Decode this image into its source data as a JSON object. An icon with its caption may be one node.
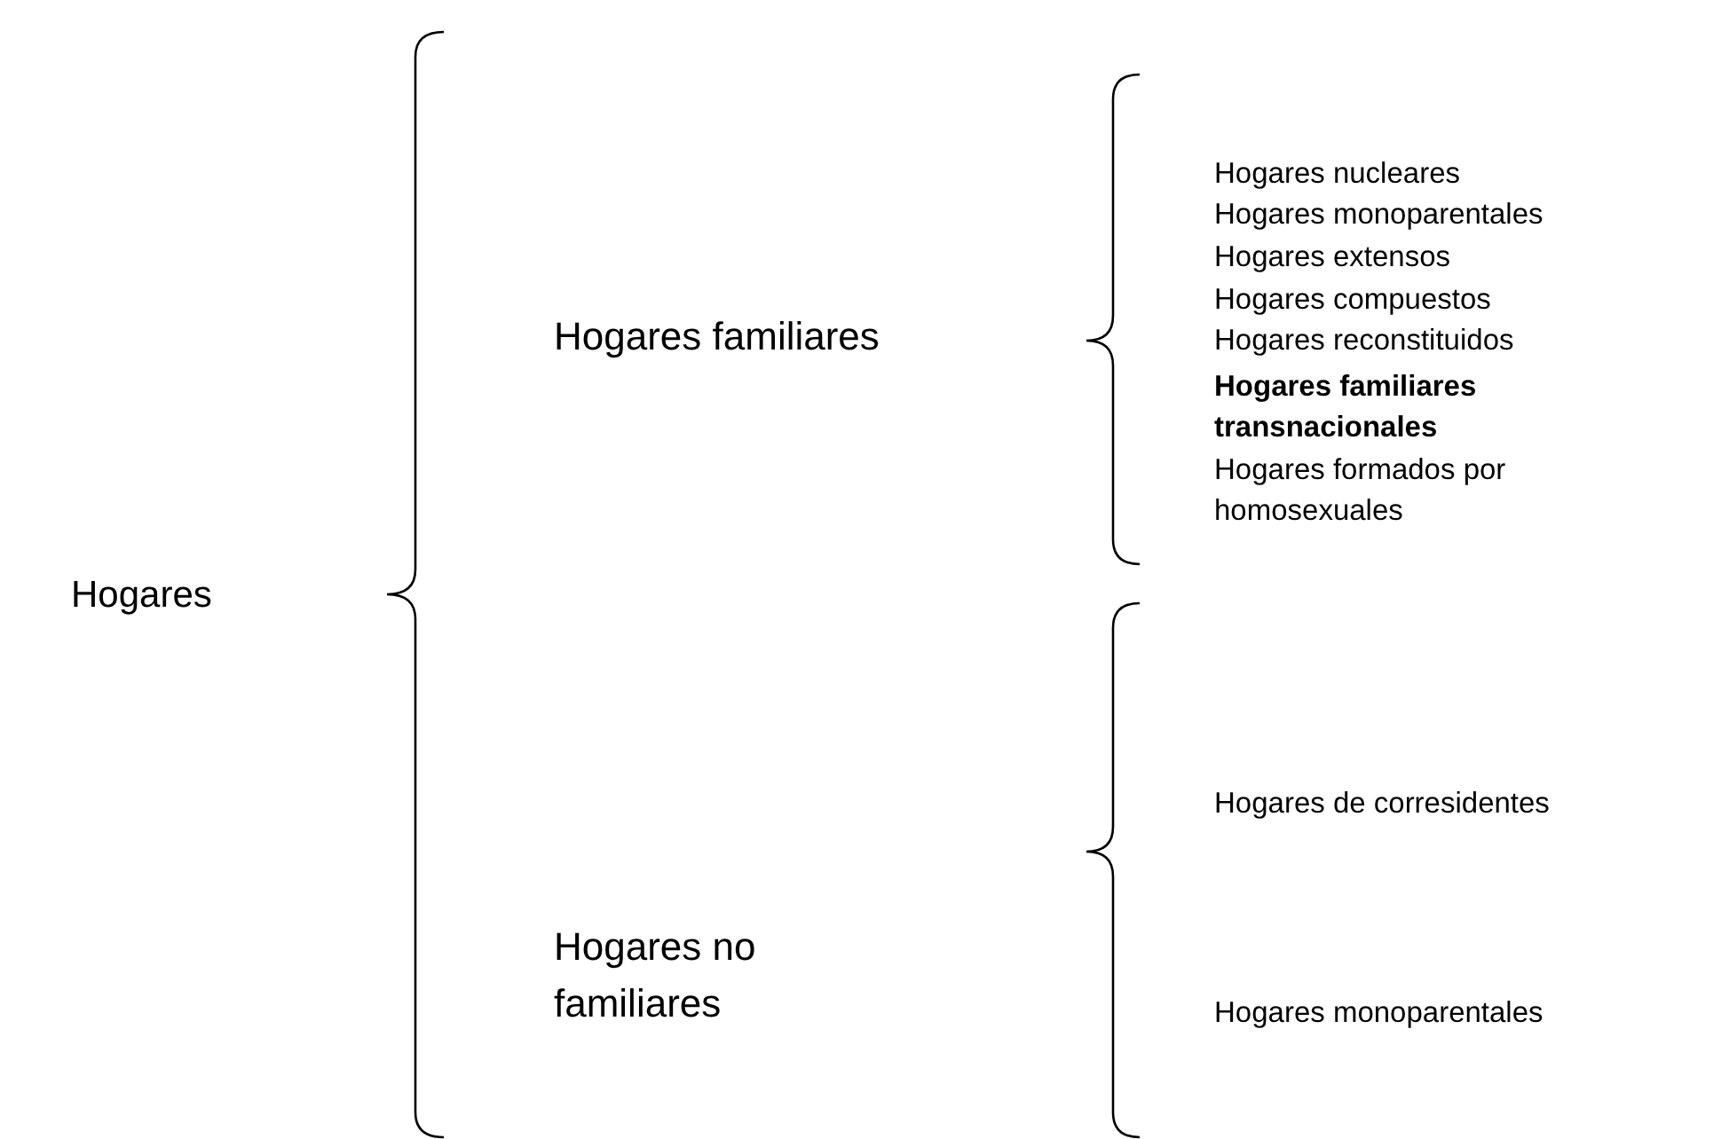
{
  "diagram": {
    "labels": [
      "Hogares",
      "Hogares familiares",
      "Hogares nucleares",
      "Hogares monoparentales",
      "Hogares extensos",
      "Hogares compuestos",
      "Hogares reconstituidos",
      "Hogares familiares transnacionales",
      "Hogares formados por homosexuales",
      "Hogares no familiares",
      "Hogares de corresidentes",
      "Hogares monoparentales"
    ]
  }
}
